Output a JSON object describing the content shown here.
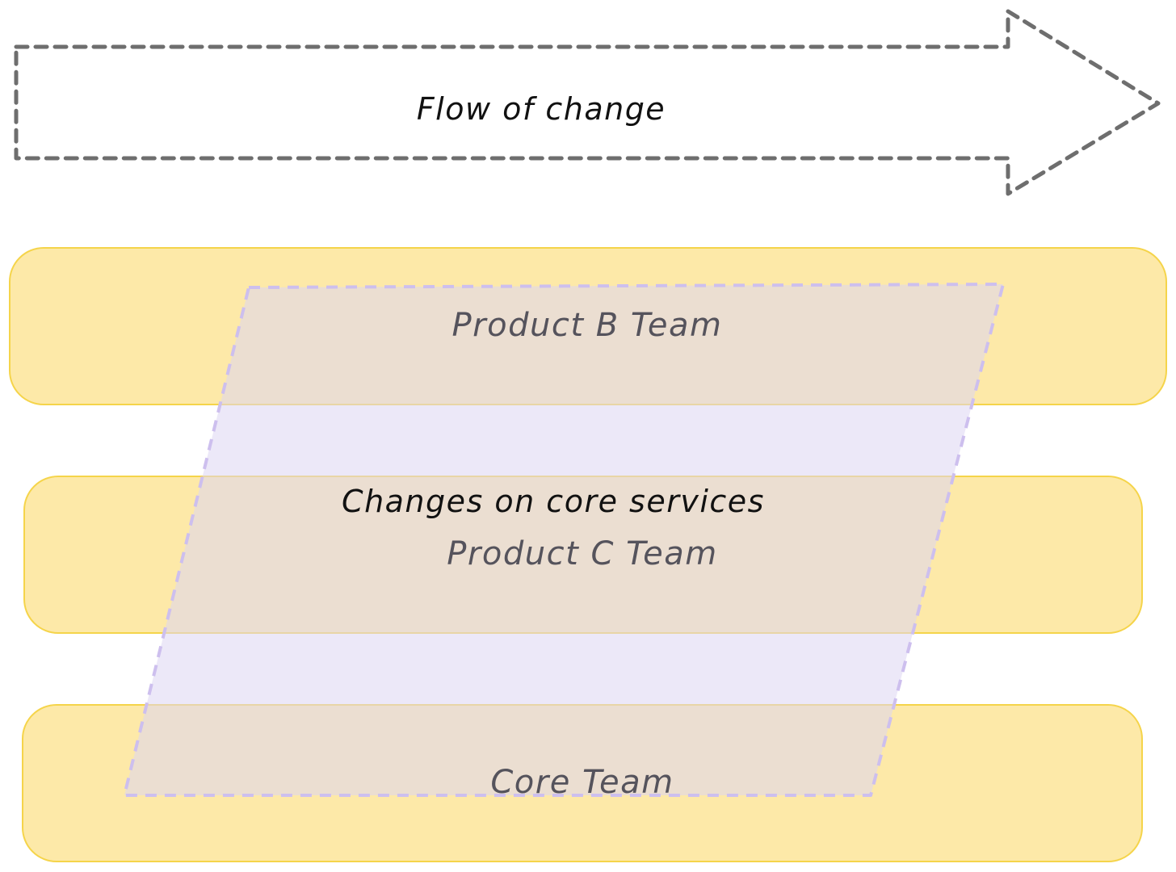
{
  "flow_arrow": {
    "label": "Flow of change"
  },
  "lanes": [
    {
      "id": "product-b",
      "label": "Product B Team"
    },
    {
      "id": "product-c",
      "label": "Product C Team"
    },
    {
      "id": "core",
      "label": "Core Team"
    }
  ],
  "overlay": {
    "label": "Changes on core services"
  },
  "colors": {
    "arrow_stroke": "#6e6e6e",
    "lane_fill": "#fde9a8",
    "lane_stroke": "#f5d44a",
    "overlay_fill": "#e9e4f7",
    "overlay_stroke": "#cfc2f0",
    "team_text": "#55535c",
    "dark_text": "#111111"
  }
}
